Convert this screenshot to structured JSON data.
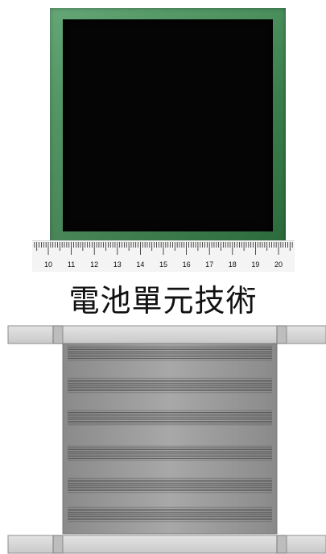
{
  "photo": {
    "subject": "green-framed-black-cell",
    "colors": {
      "frame": "#3f8a52",
      "active_area": "#050505"
    }
  },
  "ruler": {
    "labels": [
      "10",
      "11",
      "12",
      "13",
      "14",
      "15",
      "16",
      "17",
      "18",
      "19",
      "20"
    ]
  },
  "caption": "電池單元技術",
  "module_render": {
    "colors": {
      "plate": "#d6d6d6",
      "core": "#9e9e9e",
      "line": "#4a4a4a"
    }
  }
}
